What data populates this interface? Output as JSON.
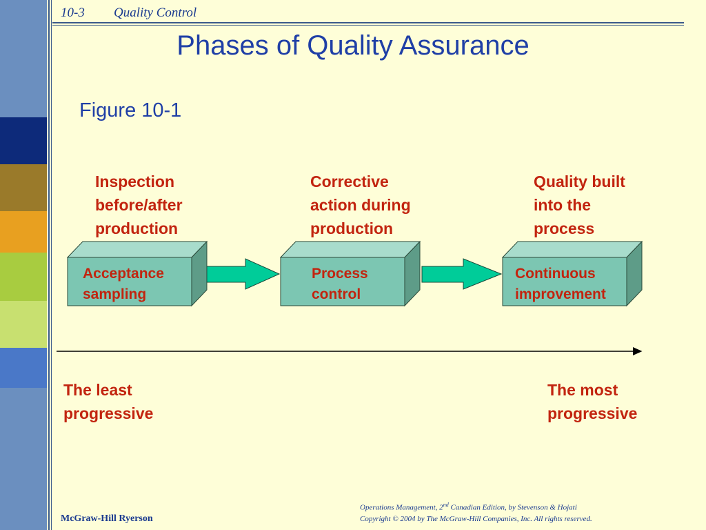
{
  "header": {
    "section_number": "10-3",
    "section_title": "Quality Control"
  },
  "slide": {
    "title": "Phases of Quality Assurance",
    "figure_label": "Figure 10-1"
  },
  "phases": [
    {
      "description": "Inspection\nbefore/after\nproduction",
      "box_label": "Acceptance\nsampling"
    },
    {
      "description": "Corrective\naction during\nproduction",
      "box_label": "Process\ncontrol"
    },
    {
      "description": "Quality built\ninto the\nprocess",
      "box_label": "Continuous\nimprovement"
    }
  ],
  "scale": {
    "least": "The least\nprogressive",
    "most": "The most\nprogressive"
  },
  "footer": {
    "publisher": "McGraw-Hill Ryerson",
    "book_prefix": "Operations Management, 2",
    "book_sup": "nd",
    "book_suffix": " Canadian Edition, by Stevenson & Hojati",
    "copyright": "Copyright © 2004 by The McGraw-Hill Companies, Inc.  All rights reserved."
  },
  "colors": {
    "background": "#fefed8",
    "title_blue": "#1f3fa6",
    "text_red": "#c2240f",
    "box_face": "#7cc6b2",
    "arrow_green": "#00cc99",
    "sidebar": [
      "#6b8fbf",
      "#0d2a7a",
      "#9a7a2a",
      "#e8a020",
      "#a8cc40",
      "#c8e070",
      "#4a78c8",
      "#6b8fbf"
    ]
  }
}
